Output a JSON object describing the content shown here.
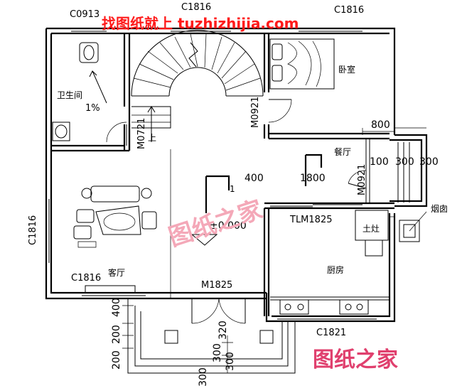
{
  "watermark": {
    "top_text": "找图纸就上 tuzhizhijia.com",
    "center_text": "图纸之家",
    "bottom_text": "图纸之家",
    "colors": {
      "red": "#ff1a1a",
      "blue": "#1a1aff",
      "pink": "#f4a8b8",
      "magenta": "#e0406e"
    }
  },
  "rooms": {
    "bathroom": "卫生间",
    "bedroom": "卧室",
    "dining": "餐厅",
    "living": "客厅",
    "kitchen": "厨房",
    "chimney": "烟囱",
    "stove": "土灶"
  },
  "openings": {
    "c0913": "C0913",
    "c1816_top_mid": "C1816",
    "c1816_top_right": "C1816",
    "c1816_left": "C1816",
    "c1816_living": "C1816",
    "c1821": "C1821",
    "m0721": "M0721",
    "m0921_bed": "M0921",
    "m0921_dining": "M0921",
    "tlm1825": "TLM1825",
    "m1825": "M1825"
  },
  "annotations": {
    "slope": "1%",
    "elevation": "±0.000",
    "up": "上",
    "section_mark": "1"
  },
  "dimensions": {
    "d800": "800",
    "d100": "100",
    "d300a": "300",
    "d300b": "300",
    "d400": "400",
    "d1800": "1800",
    "d400_left": "400",
    "d200a": "200",
    "d200b": "200",
    "d320": "320",
    "d300_stair1": "300",
    "d300_stair2": "300",
    "d300_bottom": "300"
  }
}
